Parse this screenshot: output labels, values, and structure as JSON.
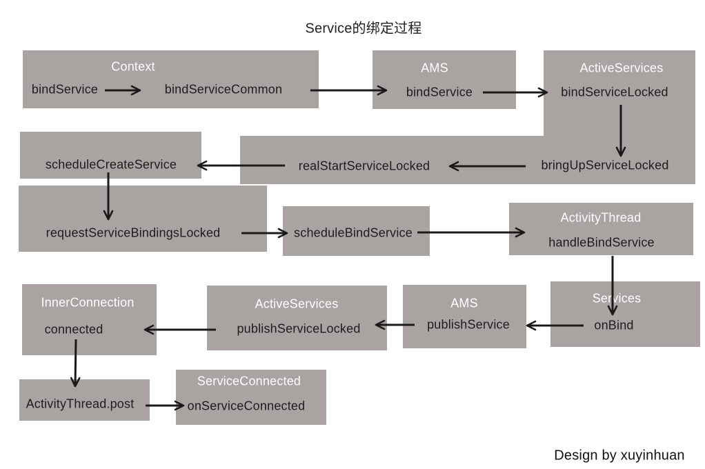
{
  "title": "Service的绑定过程",
  "credit": "Design by xuyinhuan",
  "colors": {
    "box_fill": "#a9a4a2",
    "header_text": "#fdfdfd",
    "method_text": "#1d1d1d",
    "arrow": "#1a1a1a",
    "background": "#ffffff"
  },
  "boxes": {
    "context": {
      "header": "Context",
      "methods": {
        "bind_service": "bindService",
        "bind_service_common": "bindServiceCommon"
      }
    },
    "ams_top": {
      "header": "AMS",
      "methods": {
        "bind_service": "bindService"
      }
    },
    "active_services_top": {
      "header": "ActiveServices",
      "methods": {
        "bind_service_locked": "bindServiceLocked",
        "bring_up_service_locked": "bringUpServiceLocked"
      }
    },
    "real_start": {
      "methods": {
        "real_start_service_locked": "realStartServiceLocked"
      }
    },
    "schedule_create": {
      "methods": {
        "schedule_create_service": "scheduleCreateService"
      }
    },
    "request_bindings": {
      "methods": {
        "request_service_bindings_locked": "requestServiceBindingsLocked"
      }
    },
    "schedule_bind": {
      "methods": {
        "schedule_bind_service": "scheduleBindService"
      }
    },
    "activity_thread": {
      "header": "ActivityThread",
      "methods": {
        "handle_bind_service": "handleBindService"
      }
    },
    "inner_connection": {
      "header": "InnerConnection",
      "methods": {
        "connected": "connected"
      }
    },
    "active_services_publish": {
      "header": "ActiveServices",
      "methods": {
        "publish_service_locked": "publishServiceLocked"
      }
    },
    "ams_publish": {
      "header": "AMS",
      "methods": {
        "publish_service": "publishService"
      }
    },
    "services": {
      "header": "Services",
      "methods": {
        "on_bind": "onBind"
      }
    },
    "activity_thread_post": {
      "methods": {
        "post": "ActivityThread.post"
      }
    },
    "service_connected": {
      "header": "ServiceConnected",
      "methods": {
        "on_service_connected": "onServiceConnected"
      }
    }
  },
  "edges": [
    {
      "from": "Context.bindService",
      "to": "Context.bindServiceCommon"
    },
    {
      "from": "Context.bindServiceCommon",
      "to": "AMS.bindService"
    },
    {
      "from": "AMS.bindService",
      "to": "ActiveServices.bindServiceLocked"
    },
    {
      "from": "ActiveServices.bindServiceLocked",
      "to": "ActiveServices.bringUpServiceLocked"
    },
    {
      "from": "ActiveServices.bringUpServiceLocked",
      "to": "realStartServiceLocked"
    },
    {
      "from": "realStartServiceLocked",
      "to": "scheduleCreateService"
    },
    {
      "from": "scheduleCreateService",
      "to": "requestServiceBindingsLocked"
    },
    {
      "from": "requestServiceBindingsLocked",
      "to": "scheduleBindService"
    },
    {
      "from": "scheduleBindService",
      "to": "ActivityThread.handleBindService"
    },
    {
      "from": "ActivityThread.handleBindService",
      "to": "Services.onBind"
    },
    {
      "from": "Services.onBind",
      "to": "AMS.publishService"
    },
    {
      "from": "AMS.publishService",
      "to": "ActiveServices.publishServiceLocked"
    },
    {
      "from": "ActiveServices.publishServiceLocked",
      "to": "InnerConnection.connected"
    },
    {
      "from": "InnerConnection.connected",
      "to": "ActivityThread.post"
    },
    {
      "from": "ActivityThread.post",
      "to": "ServiceConnected.onServiceConnected"
    }
  ]
}
